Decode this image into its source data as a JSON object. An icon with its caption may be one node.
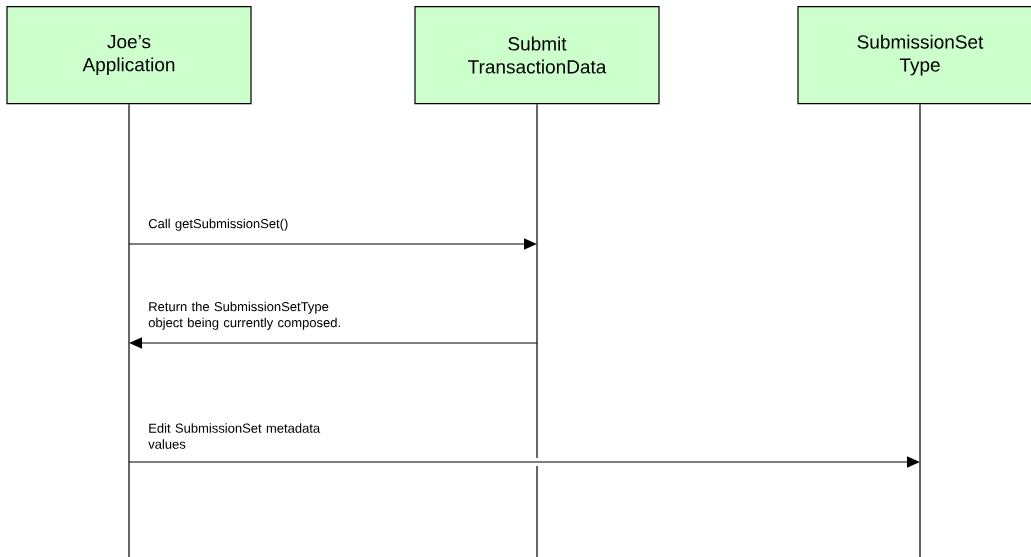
{
  "diagram": {
    "nodes": [
      {
        "text": [
          "Joe’s Application"
        ]
      },
      {
        "text": [
          "Submit TransactionData"
        ]
      },
      {
        "text": [
          "SubmissionSet Type"
        ]
      }
    ],
    "edges": [
      {
        "from": 0,
        "to": 1,
        "arrow": "to",
        "label": "Call getSubmissionSet()"
      },
      {
        "from": 1,
        "to": 0,
        "arrow": "to",
        "label": "Return the SubmissionSetType object being currently composed."
      },
      {
        "from": 0,
        "to": 2,
        "arrow": "to",
        "label": "Edit SubmissionSet metadata values"
      }
    ]
  }
}
